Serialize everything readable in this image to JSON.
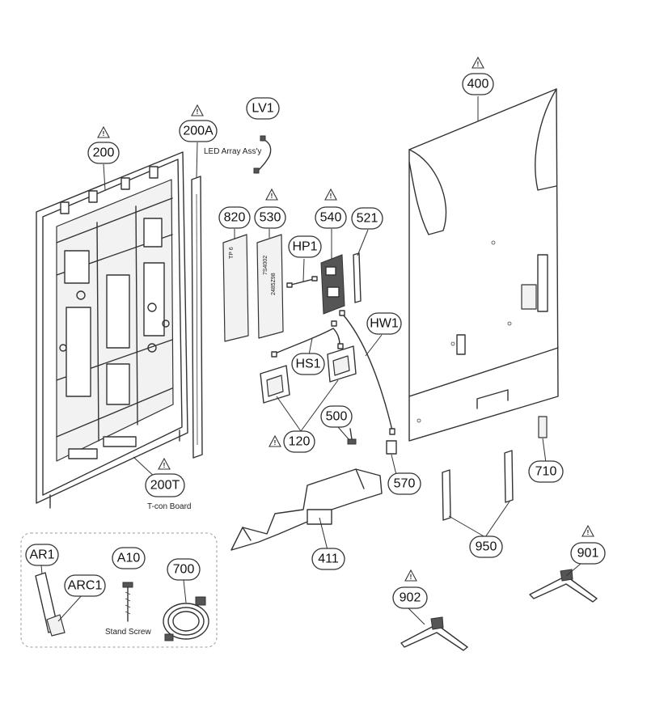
{
  "callouts": [
    {
      "id": "c-200",
      "label": "200"
    },
    {
      "id": "c-200a",
      "label": "200A"
    },
    {
      "id": "c-lv1",
      "label": "LV1"
    },
    {
      "id": "c-400",
      "label": "400"
    },
    {
      "id": "c-820",
      "label": "820"
    },
    {
      "id": "c-530",
      "label": "530"
    },
    {
      "id": "c-540",
      "label": "540"
    },
    {
      "id": "c-521",
      "label": "521"
    },
    {
      "id": "c-hp1",
      "label": "HP1"
    },
    {
      "id": "c-hw1",
      "label": "HW1"
    },
    {
      "id": "c-hs1",
      "label": "HS1"
    },
    {
      "id": "c-500",
      "label": "500"
    },
    {
      "id": "c-120",
      "label": "120"
    },
    {
      "id": "c-570",
      "label": "570"
    },
    {
      "id": "c-200t",
      "label": "200T"
    },
    {
      "id": "c-710",
      "label": "710"
    },
    {
      "id": "c-411",
      "label": "411"
    },
    {
      "id": "c-950",
      "label": "950"
    },
    {
      "id": "c-901",
      "label": "901"
    },
    {
      "id": "c-902",
      "label": "902"
    },
    {
      "id": "c-ar1",
      "label": "AR1"
    },
    {
      "id": "c-a10",
      "label": "A10"
    },
    {
      "id": "c-700",
      "label": "700"
    },
    {
      "id": "c-arc1",
      "label": "ARC1"
    }
  ],
  "notes": {
    "led_array": "LED Array Ass'y",
    "tcon_board": "T-con Board",
    "stand_screw": "Stand Screw"
  },
  "part_markings": {
    "panel_820": "TP 6",
    "panel_530_a": "7S4002",
    "panel_530_b": "2485Z98"
  },
  "warning_mark": "!"
}
